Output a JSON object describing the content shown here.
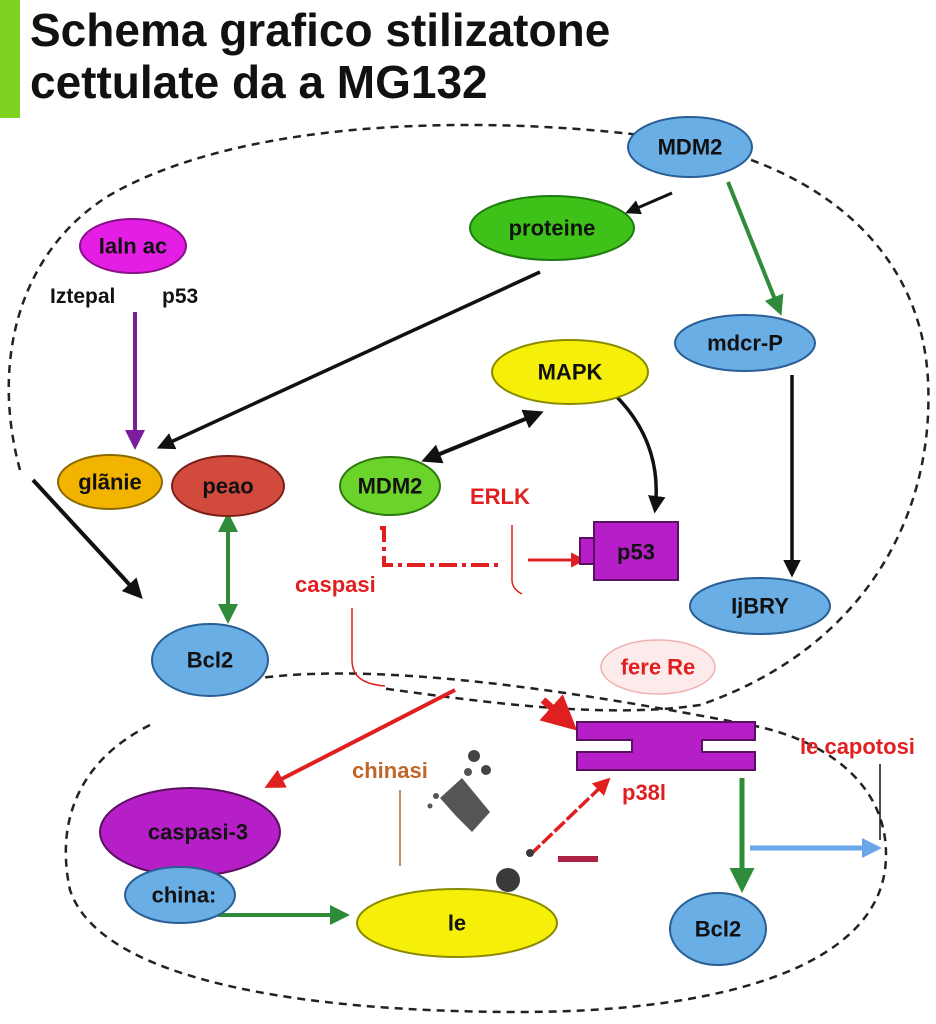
{
  "title": {
    "line1": "Schema grafico stilizatone",
    "line2": "cettulate da a MG132"
  },
  "colors": {
    "accent_bar": "#7ed321",
    "blue_node": "#6aaee6",
    "green_node": "#3ec21a",
    "yellow_node": "#f5ef0a",
    "magenta_node": "#e41ee4",
    "orange_node": "#f2b400",
    "red_node": "#d24a3c",
    "purple_node": "#b61ec8",
    "arrow_black": "#111111",
    "arrow_green": "#2e8b3a",
    "arrow_red": "#e02020",
    "arrow_purple": "#7a1e9e",
    "arrow_blue": "#6aa7ea"
  },
  "nodes": {
    "mdm2_top": "MDM2",
    "proteine": "proteine",
    "kinase_magenta": "Ialn ac",
    "gloria_orange": "glãnie",
    "peao_red": "peao",
    "mdm2_mid": "MDM2",
    "mapk": "MAPK",
    "right_blue_top": "mdcr-P",
    "p53_box": "p53",
    "ibry": "IjBRY",
    "bcl2_left": "Bcl2",
    "fere_re": "fere Re",
    "caspasi3": "caspasi-3",
    "china": "china:",
    "le": "le",
    "bcl2_bottom": "Bcl2"
  },
  "labels": {
    "itepal": "Iztepal",
    "p53_label": "p53",
    "erlk": "ERLK",
    "caspasi": "caspasi",
    "chinasi": "chinasi",
    "p38": "p38l",
    "apoptosi": "le capotosi"
  }
}
